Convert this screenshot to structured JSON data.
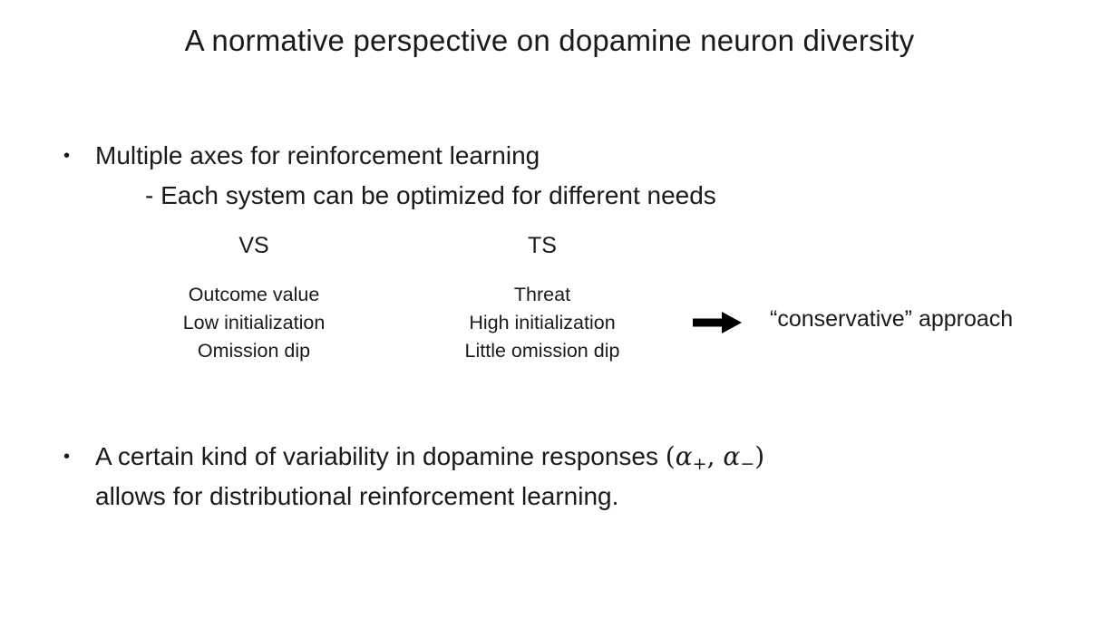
{
  "slide": {
    "title": "A normative perspective on dopamine neuron diversity",
    "bullet1": {
      "marker": "•",
      "text": "Multiple axes for reinforcement learning",
      "subtext": "- Each system can be optimized for different needs"
    },
    "comparison": {
      "vs": {
        "header": "VS",
        "items": [
          "Outcome value",
          "Low initialization",
          "Omission dip"
        ]
      },
      "ts": {
        "header": "TS",
        "items": [
          "Threat",
          "High initialization",
          "Little omission dip"
        ]
      },
      "arrow_icon": "right-block-arrow",
      "conclusion": "“conservative” approach"
    },
    "bullet2": {
      "marker": "•",
      "line1_text": "A certain kind of variability in dopamine responses ",
      "math": {
        "paren_open": "(",
        "alpha1": "α",
        "sub1": "+",
        "comma": ", ",
        "alpha2": "α",
        "sub2": "−",
        "paren_close": ")"
      },
      "line2": "allows for distributional reinforcement learning."
    },
    "colors": {
      "background": "#ffffff",
      "text": "#1a1a1a",
      "arrow": "#000000"
    }
  }
}
